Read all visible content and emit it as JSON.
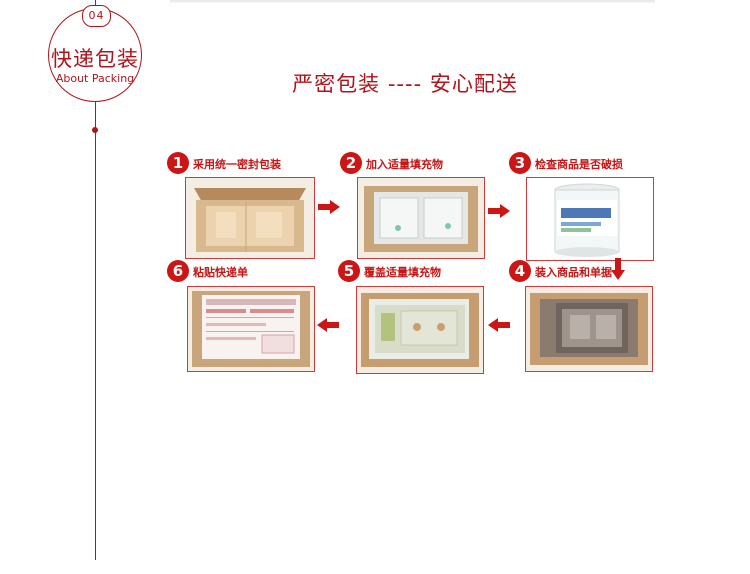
{
  "badge": {
    "number": "04",
    "title_cn": "快递包装",
    "title_en": "About Packing"
  },
  "headline": "严密包装 ---- 安心配送",
  "steps": [
    {
      "num": "1",
      "label": "采用统一密封包装"
    },
    {
      "num": "2",
      "label": "加入适量填充物"
    },
    {
      "num": "3",
      "label": "检查商品是否破损"
    },
    {
      "num": "4",
      "label": "装入商品和单据"
    },
    {
      "num": "5",
      "label": "覆盖适量填充物"
    },
    {
      "num": "6",
      "label": "粘贴快递单"
    }
  ],
  "colors": {
    "accent": "#b0141b",
    "step_red": "#cc1515",
    "cardboard": "#c9a57c"
  },
  "icons": [
    "arrow-right-icon",
    "arrow-left-icon",
    "arrow-down-icon"
  ]
}
